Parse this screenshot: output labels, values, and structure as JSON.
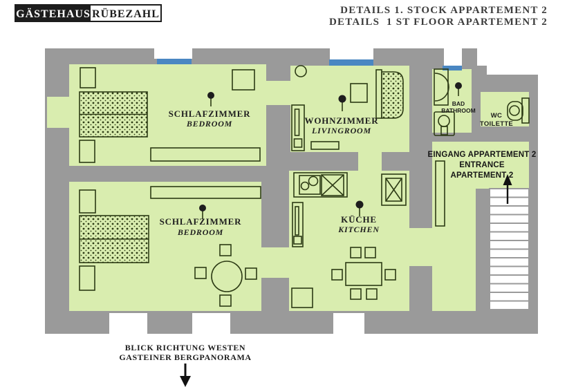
{
  "header": {
    "logo_part1": "GÄSTEHAUS",
    "logo_part2": "RÜBEZAHL",
    "title_line1": "DETAILS 1. STOCK APPARTEMENT 2",
    "title_line2": "DETAILS  1 ST FLOOR APARTEMENT 2"
  },
  "rooms": {
    "bedroom1": {
      "de": "SCHLAFZIMMER",
      "en": "BEDROOM"
    },
    "bedroom2": {
      "de": "SCHLAFZIMMER",
      "en": "BEDROOM"
    },
    "livingroom": {
      "de": "WOHNZIMMER",
      "en": "LIVINGROOM"
    },
    "kitchen": {
      "de": "KÜCHE",
      "en": "KITCHEN"
    },
    "bathroom": {
      "de": "BAD",
      "en": "BATHROOM"
    },
    "wc": {
      "de": "WC",
      "en": "TOILETTE"
    }
  },
  "entrance": {
    "line1": "EINGANG APPARTEMENT 2",
    "line2": "ENTRANCE",
    "line3": "APARTEMENT 2"
  },
  "footer": {
    "line1": "BLICK RICHTUNG WESTEN",
    "line2": "GASTEINER BERGPANORAMA"
  },
  "icons": {
    "ceiling-lamp": "filled-circle-with-stem",
    "corner-light": "open-circle",
    "bed": "dotted-double-rect",
    "sofa": "dotted-rounded-seat",
    "stove": "square-with-x",
    "fridge": "square-with-x",
    "sink": "rect-with-two-circles",
    "toilet": "circle-in-rounded-square",
    "washbasin": "rect-with-half-circle",
    "stairs": "parallel-treads",
    "direction-arrow": "filled-triangle-arrow"
  },
  "colors": {
    "wall": "#9a9a9a",
    "floor": "#d9edaf",
    "window": "#4a87c2",
    "outline": "#2c3a14",
    "text": "#1f1f1f"
  }
}
